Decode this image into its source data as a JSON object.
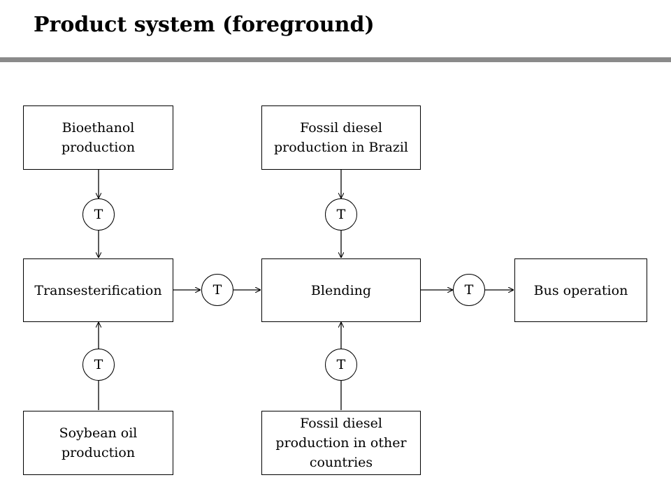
{
  "title": "Product system (foreground)",
  "boxes": {
    "bioethanol": "Bioethanol production",
    "fossil_brazil": "Fossil diesel production in Brazil",
    "transesterification": "Transesterification",
    "blending": "Blending",
    "bus_operation": "Bus operation",
    "soybean": "Soybean oil production",
    "fossil_other": "Fossil diesel production in other countries"
  },
  "transport_label": "T",
  "colors": {
    "line": "#000000",
    "rule": "#8a8a8a",
    "background": "#ffffff"
  }
}
